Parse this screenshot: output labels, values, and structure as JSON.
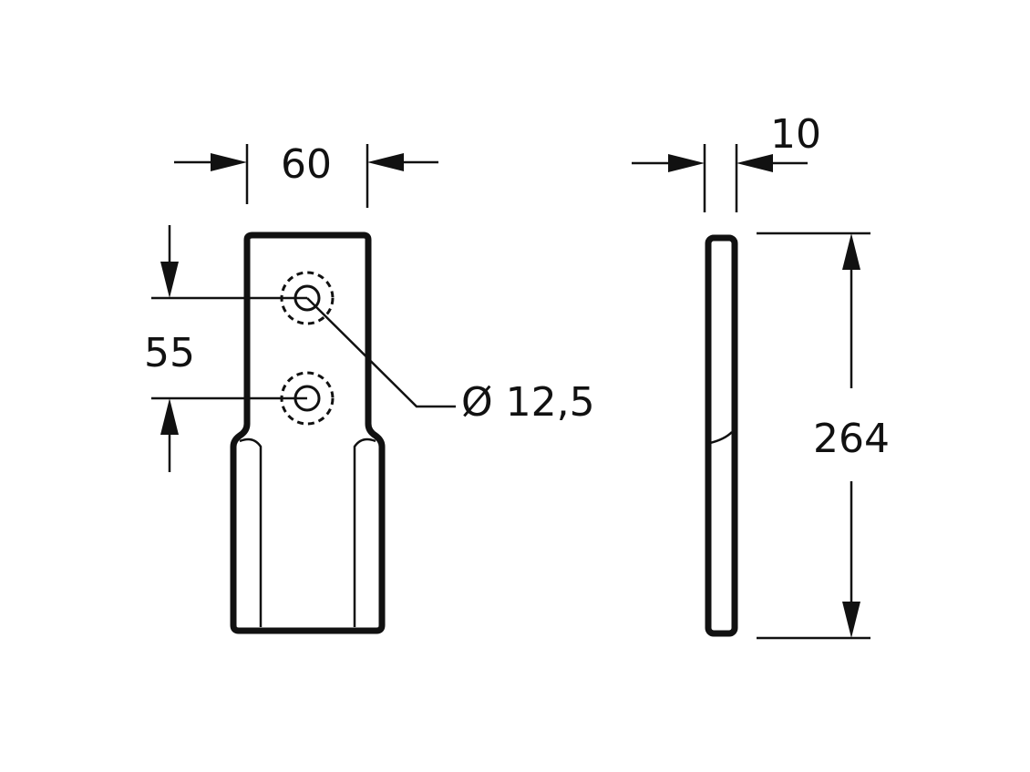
{
  "dimensions": {
    "width": "60",
    "spacing": "55",
    "hole_diameter": "Ø 12,5",
    "thickness": "10",
    "length": "264"
  },
  "colors": {
    "line": "#111111",
    "background": "#ffffff"
  }
}
